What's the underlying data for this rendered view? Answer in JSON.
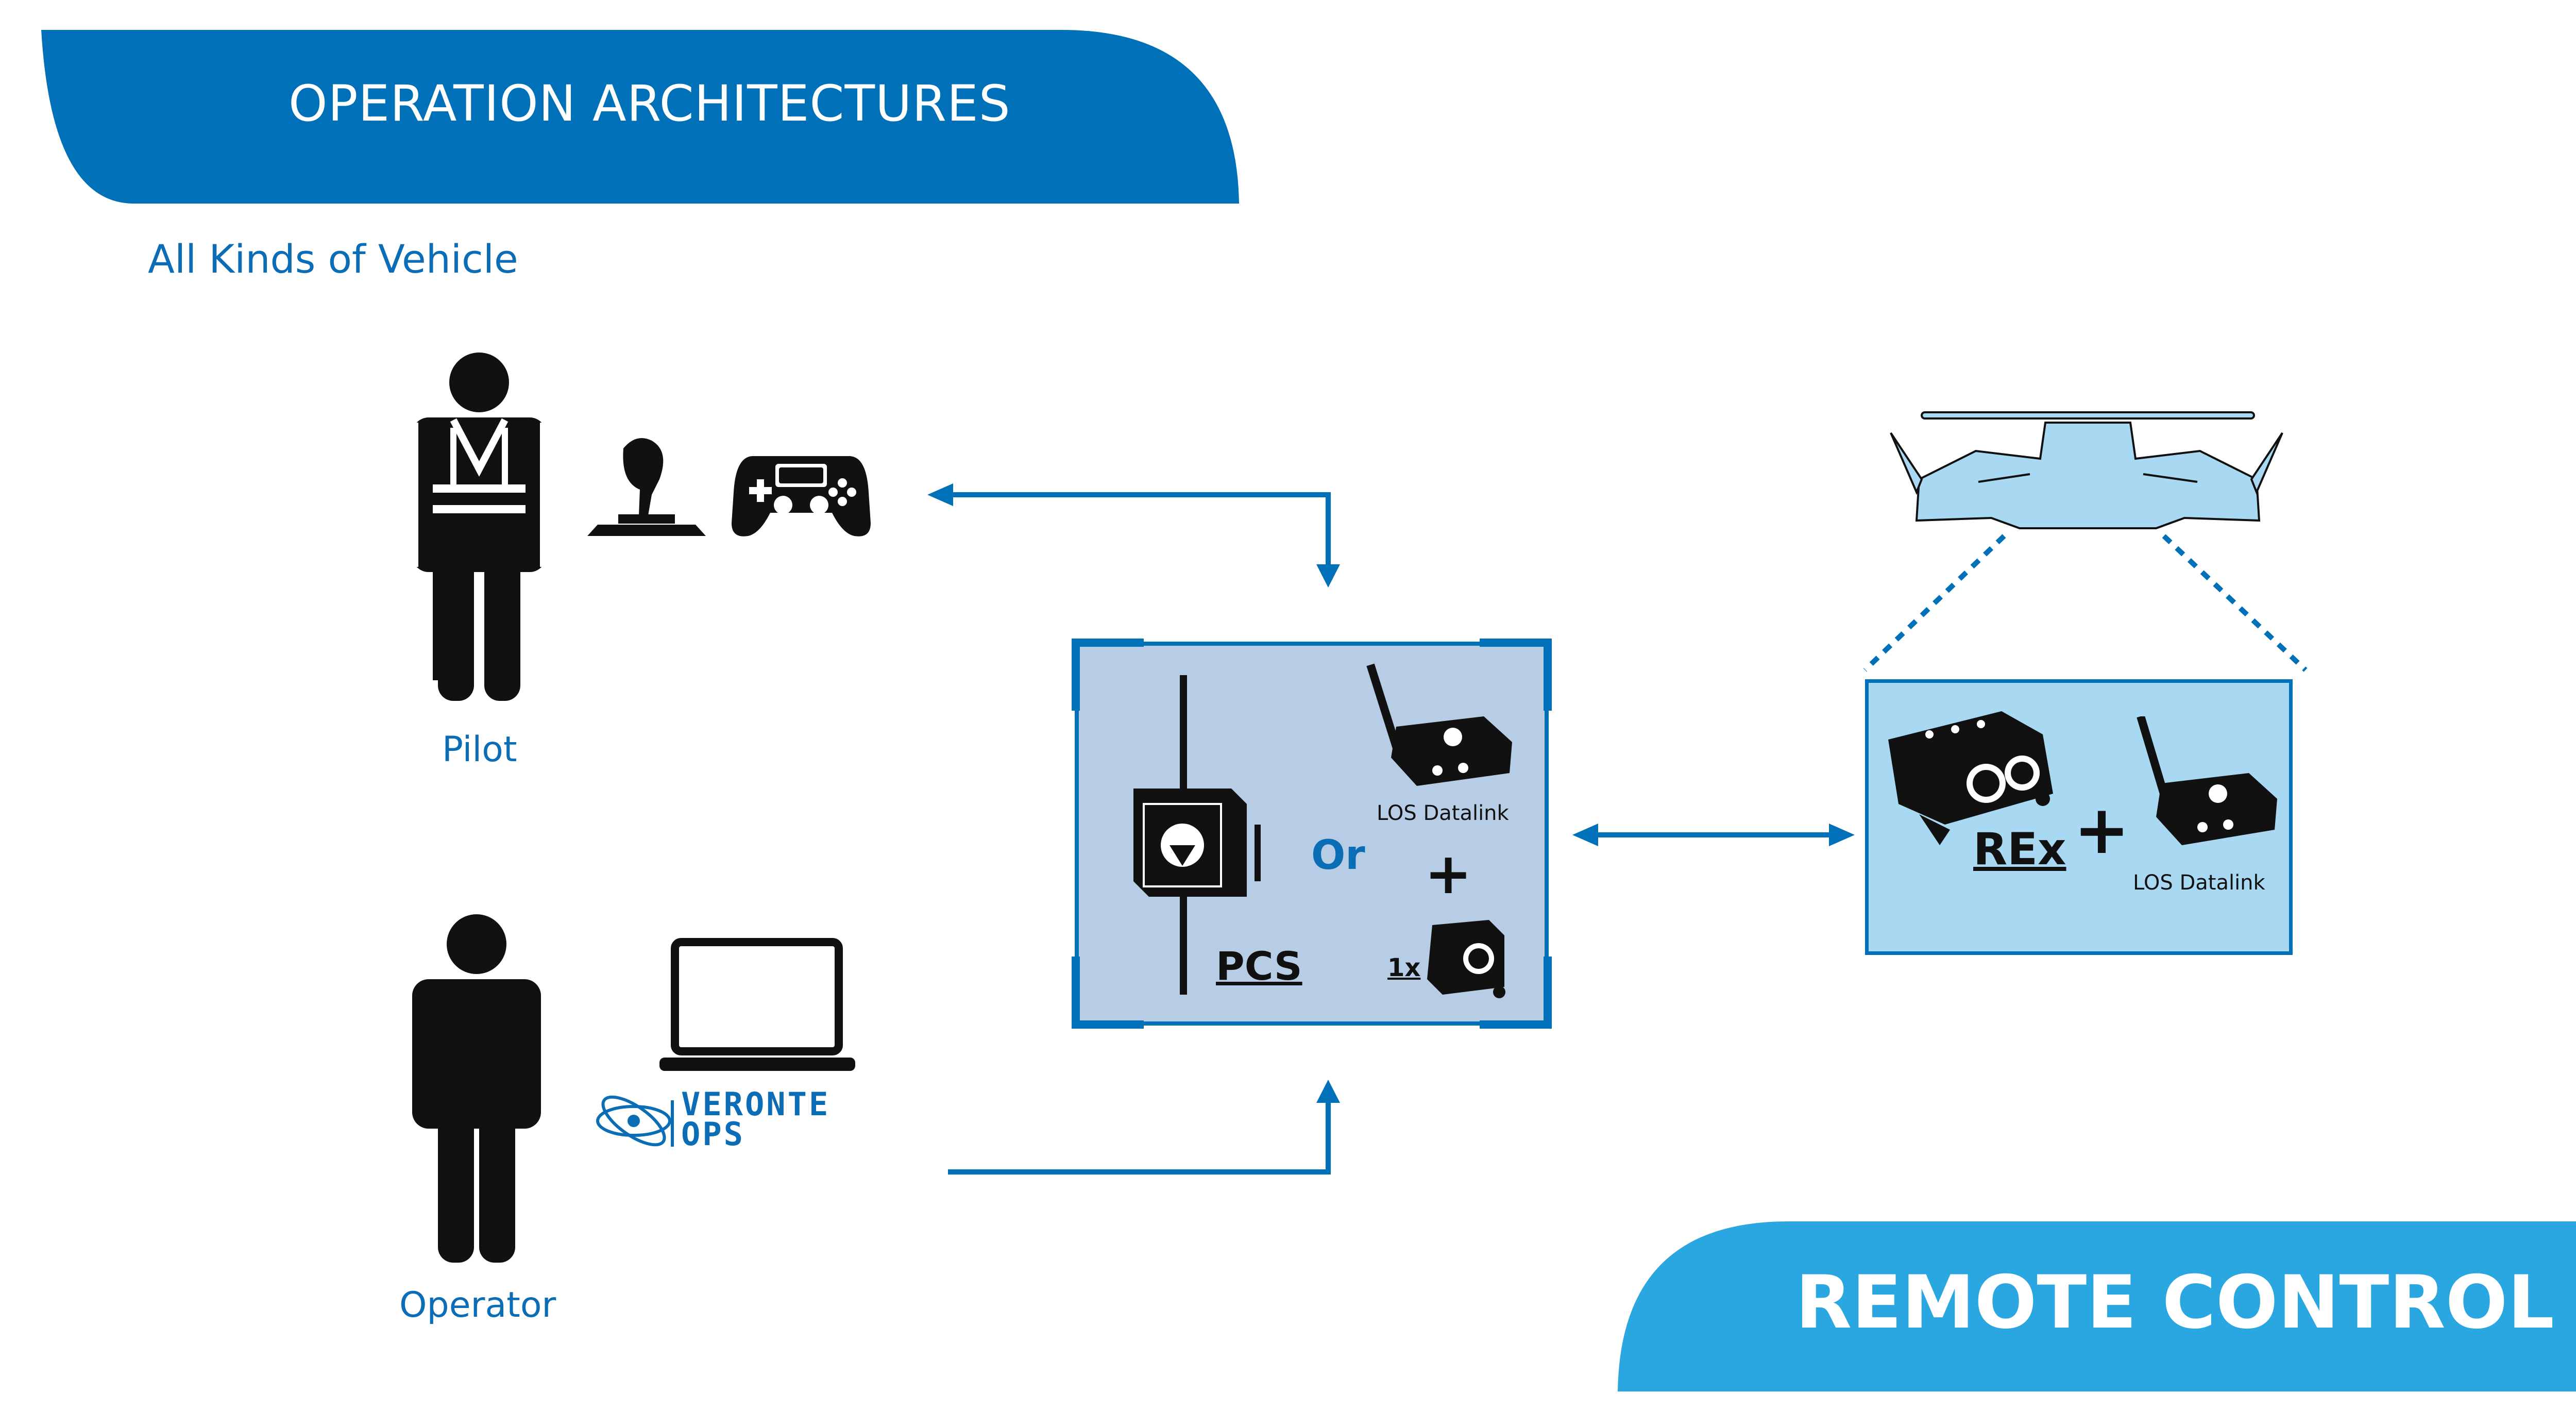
{
  "header": {
    "title": "OPERATION ARCHITECTURES",
    "subtitle": "All Kinds of Vehicle",
    "color": "#0070b8"
  },
  "actors": [
    {
      "label": "Pilot",
      "icons": [
        "person-with-vest-icon",
        "joystick-icon",
        "gamepad-icon"
      ]
    },
    {
      "label": "Operator",
      "icons": [
        "person-icon",
        "laptop-icon",
        "veronte-ops-logo"
      ]
    }
  ],
  "logo": {
    "line1": "VERONTE",
    "line2": "OPS"
  },
  "pcs": {
    "title": "PCS",
    "or_label": "Or",
    "plus_label": "+",
    "datalink_label": "LOS Datalink",
    "qty_label": "1x",
    "box_color": "#b7cde6",
    "frame_color": "#0070b8"
  },
  "rex": {
    "title": "REx",
    "plus_label": "+",
    "datalink_label": "LOS Datalink",
    "box_color": "#a9d8f2",
    "border_color": "#0070b8"
  },
  "footer": {
    "title": "REMOTE CONTROL",
    "color": "#2aa7e0"
  },
  "colors": {
    "arrow": "#0070b8",
    "drone": "#a9d8f2",
    "icon": "#111111"
  }
}
